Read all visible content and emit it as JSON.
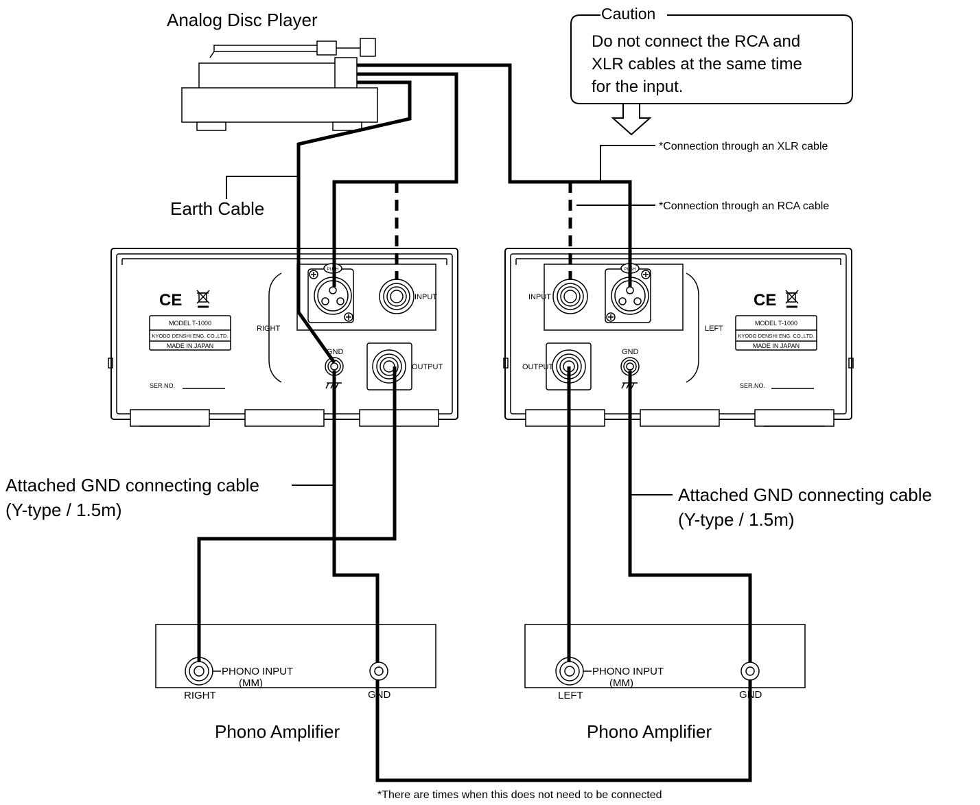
{
  "labels": {
    "player": "Analog Disc Player",
    "earth_cable": "Earth Cable",
    "caution_title": "Caution",
    "caution_line1": "Do not connect the RCA and",
    "caution_line2": "XLR cables at the same time",
    "caution_line3": "for the input.",
    "xlr_note": "*Connection through an XLR cable",
    "rca_note": "*Connection through an RCA cable",
    "gnd_cable_line1": "Attached GND connecting cable",
    "gnd_cable_line2": "(Y-type / 1.5m)",
    "phono_amp": "Phono Amplifier",
    "bottom_note": "*There are times when this does not need to be connected"
  },
  "units": [
    {
      "side_label": "RIGHT",
      "input": "INPUT",
      "output": "OUTPUT",
      "gnd": "GND",
      "push": "PUSH",
      "ce": "CE",
      "model": "MODEL  T-1000",
      "maker": "KYODO DENSHI ENG. CO.,LTD.",
      "origin": "MADE IN JAPAN",
      "serial": "SER.NO."
    },
    {
      "side_label": "LEFT",
      "input": "INPUT",
      "output": "OUTPUT",
      "gnd": "GND",
      "push": "PUSH",
      "ce": "CE",
      "model": "MODEL  T-1000",
      "maker": "KYODO DENSHI ENG. CO.,LTD.",
      "origin": "MADE IN JAPAN",
      "serial": "SER.NO."
    }
  ],
  "amplifiers": [
    {
      "phono_input": "PHONO INPUT",
      "mm": "(MM)",
      "channel": "RIGHT",
      "gnd": "GND"
    },
    {
      "phono_input": "PHONO INPUT",
      "mm": "(MM)",
      "channel": "LEFT",
      "gnd": "GND"
    }
  ]
}
